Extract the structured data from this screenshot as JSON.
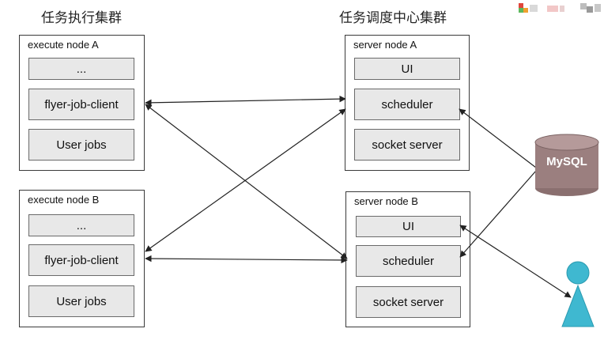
{
  "clusters": {
    "execute": {
      "title": "任务执行集群"
    },
    "server": {
      "title": "任务调度中心集群"
    }
  },
  "execute_nodes": [
    {
      "title": "execute node A",
      "components": [
        "...",
        "flyer-job-client",
        "User jobs"
      ]
    },
    {
      "title": "execute node B",
      "components": [
        "...",
        "flyer-job-client",
        "User jobs"
      ]
    }
  ],
  "server_nodes": [
    {
      "title": "server node A",
      "components": [
        "UI",
        "scheduler",
        "socket server"
      ]
    },
    {
      "title": "server node B",
      "components": [
        "UI",
        "scheduler",
        "socket server"
      ]
    }
  ],
  "database": {
    "label": "MySQL"
  },
  "icons": {
    "user": "user-icon",
    "database": "database-cylinder-icon",
    "logo": "pixelated-logo"
  },
  "colors": {
    "box_fill": "#e8e8e8",
    "box_border": "#6a6a6a",
    "db_fill": "#9b7f7f",
    "user_fill": "#3fb8d0",
    "line": "#222222"
  }
}
